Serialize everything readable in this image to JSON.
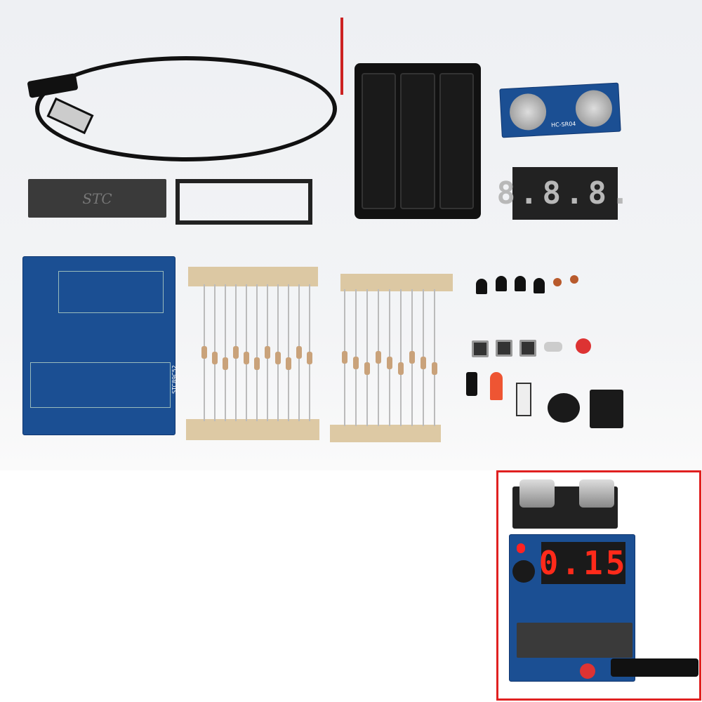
{
  "chip_label": "STC",
  "board_label": "STC89C52",
  "sensor_label": "HC-SR04",
  "display_digits": "8.8.8.",
  "inset_display": "0.15",
  "colors": {
    "pcb": "#1b4f93",
    "inset_border": "#e02020",
    "led": "#ff2a1a"
  }
}
